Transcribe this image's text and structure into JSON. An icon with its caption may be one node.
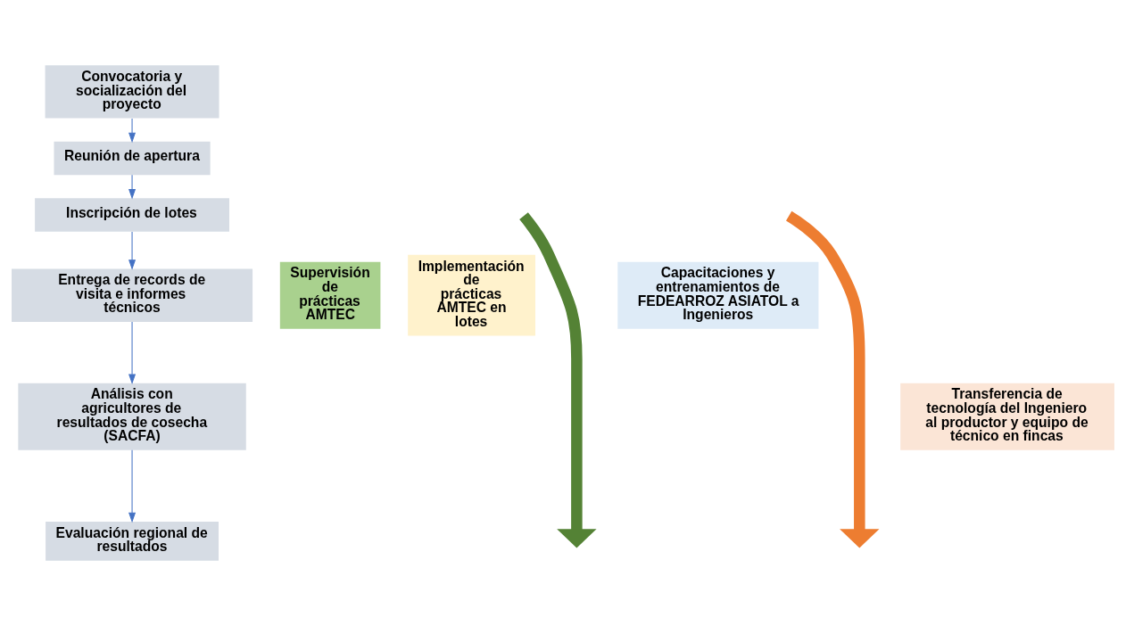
{
  "diagram": {
    "nodes": [
      {
        "text": [
          "Convocatoria y socialización del proyecto"
        ]
      },
      {
        "text": [
          "Reunión de apertura"
        ]
      },
      {
        "text": [
          "Inscripción de lotes"
        ]
      },
      {
        "text": [
          "Entrega de records de visita e informes técnicos"
        ]
      },
      {
        "text": [
          "Análisis con agricultores de resultados de cosecha (SACFA)"
        ]
      },
      {
        "text": [
          "Evaluación regional de resultados"
        ]
      },
      {
        "text": [
          "Supervisión de prácticas AMTEC"
        ]
      },
      {
        "text": [
          "Implementación de prácticas AMTEC en lotes"
        ]
      },
      {
        "text": [
          "Capacitaciones y entrenamientos de FEDEARROZ ASIATOL a Ingenieros"
        ]
      },
      {
        "text": [
          "Transferencia de tecnología del Ingeniero al productor y equipo de técnico en fincas"
        ]
      }
    ],
    "edges": [
      {
        "from": 0,
        "to": 1,
        "arrow": "to"
      },
      {
        "from": 1,
        "to": 2,
        "arrow": "to"
      },
      {
        "from": 2,
        "to": 3,
        "arrow": "to"
      },
      {
        "from": 3,
        "to": 4,
        "arrow": "to"
      },
      {
        "from": 4,
        "to": 5,
        "arrow": "to"
      }
    ]
  }
}
